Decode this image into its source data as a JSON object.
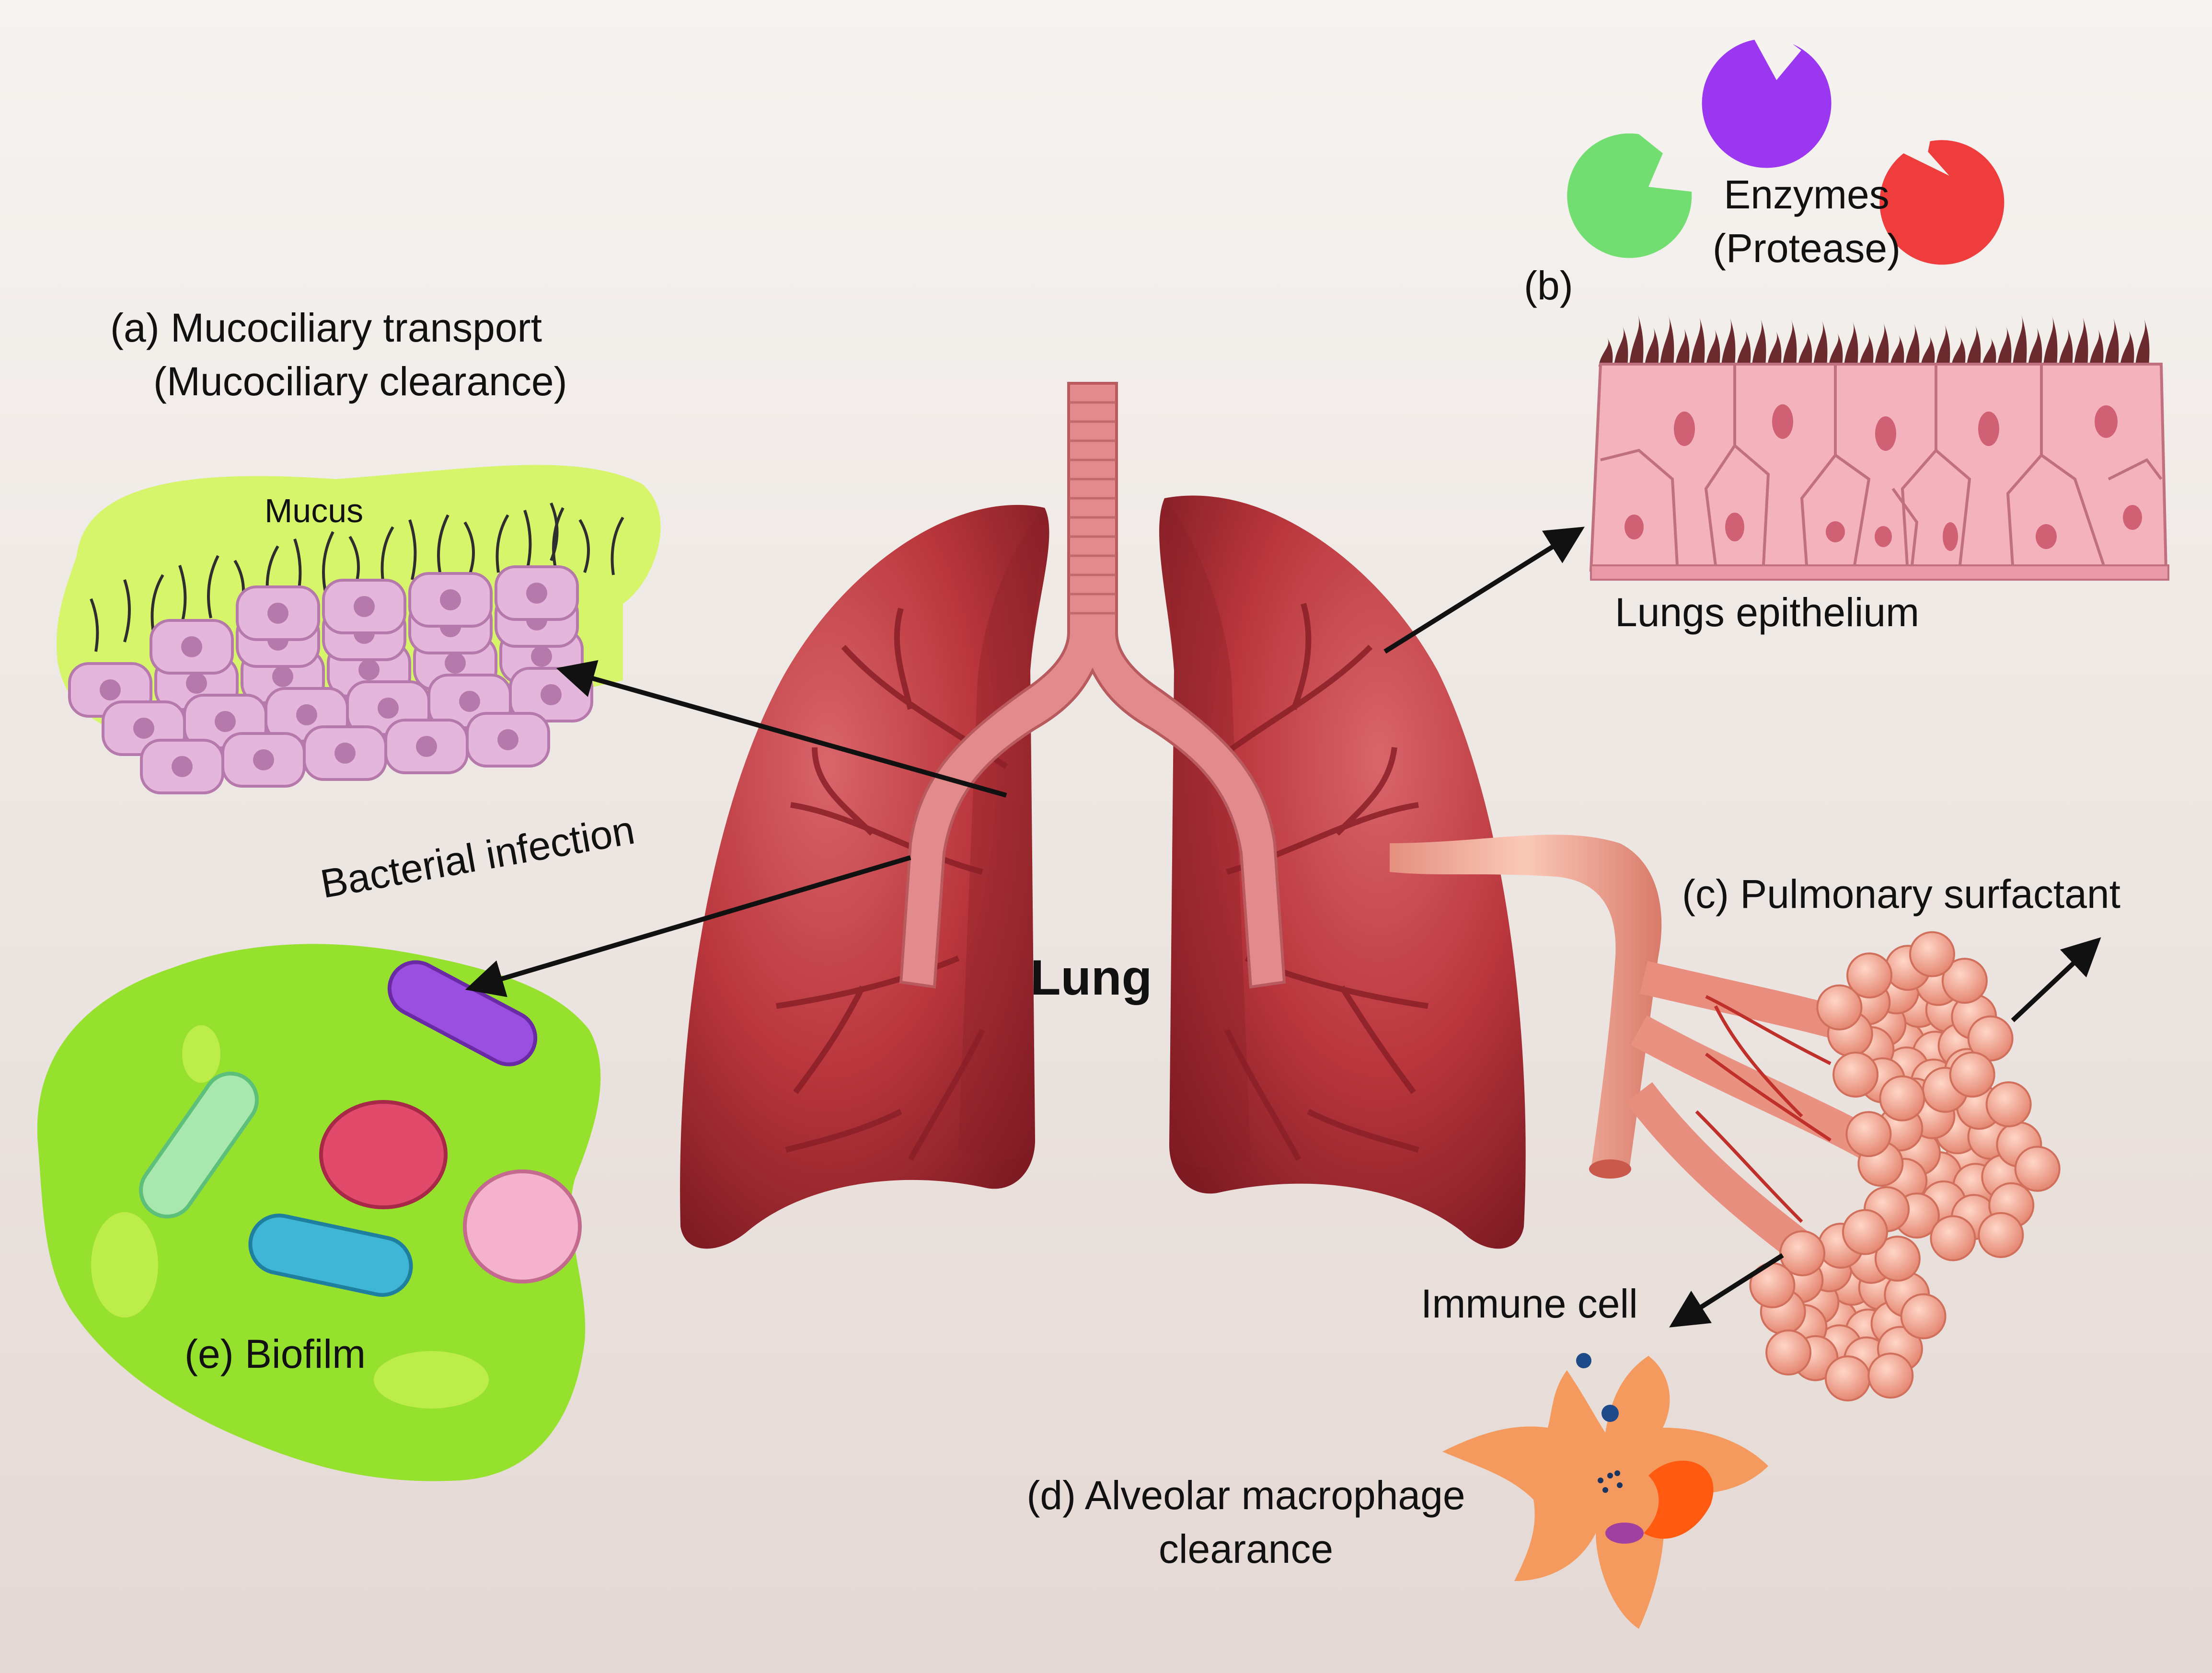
{
  "labels": {
    "mucociliary_line1": "(a) Mucociliary transport",
    "mucociliary_line2": "(Mucociliary clearance)",
    "mucus": "Mucus",
    "enzymes_line1": "Enzymes",
    "enzymes_line2": "(Protease)",
    "b_tag": "(b)",
    "lungs_epithelium": "Lungs epithelium",
    "bacterial_infection": "Bacterial infection",
    "lung": "Lung",
    "pulmonary_surfactant": "(c) Pulmonary surfactant",
    "immune_cell": "Immune cell",
    "macrophage_line1": "(d) Alveolar macrophage",
    "macrophage_line2": "clearance",
    "biofilm": "(e) Biofilm"
  },
  "colors": {
    "lung": "#b9363c",
    "lung_dark": "#8a1f27",
    "trachea": "#e28a8c",
    "mucus": "#d6f56a",
    "mucosal_cells": "#e4b6dc",
    "epithelium": "#f4b2bd",
    "cilia": "#6b2a2e",
    "biofilm": "#96e02e",
    "enzyme_green": "#72dd70",
    "enzyme_purple": "#9b37f0",
    "enzyme_red": "#ef3d3d",
    "alveoli": "#f4ab97",
    "macrophage": "#f49a5e",
    "arrow": "#111111"
  }
}
